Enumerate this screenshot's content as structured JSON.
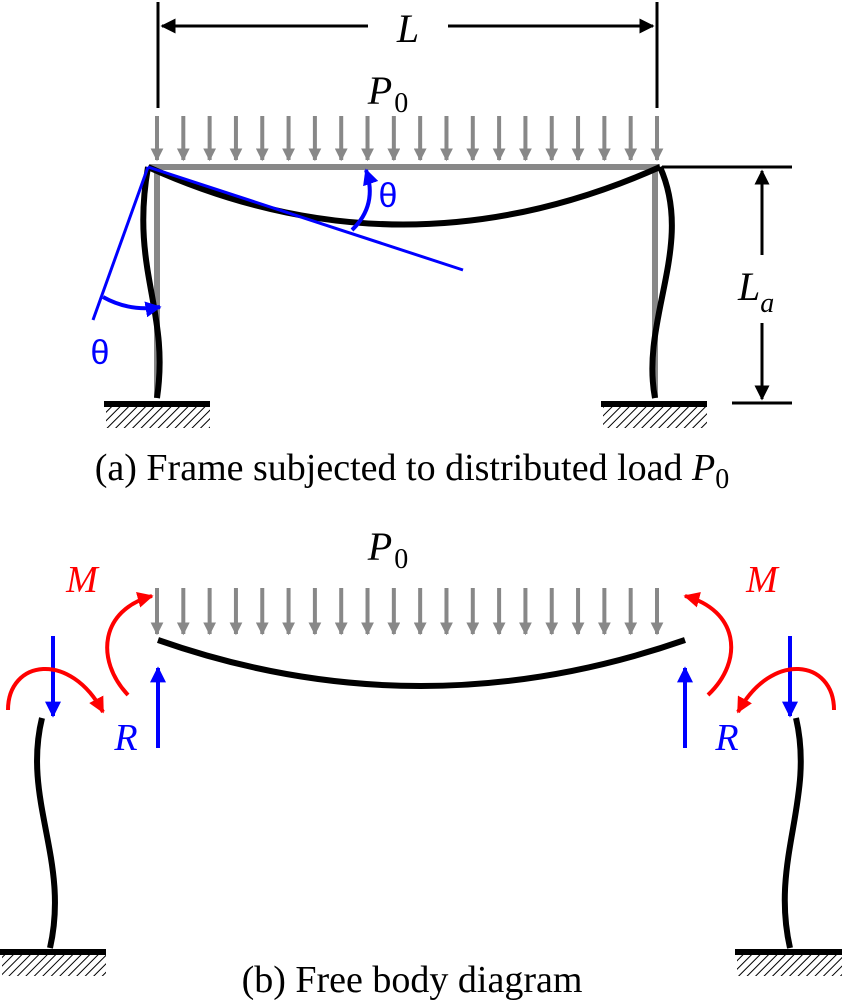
{
  "panel_a": {
    "span_label": "L",
    "load_label": "P",
    "load_subscript": "0",
    "height_label": "L",
    "height_subscript": "a",
    "beam_angle": "θ",
    "column_angle": "θ",
    "caption": "(a) Frame subjected to distributed load ",
    "caption_symbol": "P",
    "caption_subscript": "0"
  },
  "panel_b": {
    "load_label": "P",
    "load_subscript": "0",
    "moment_left": "M",
    "moment_right": "M",
    "reaction_left": "R",
    "reaction_right": "R",
    "caption": "(b) Free body diagram"
  },
  "colors": {
    "member": "#000000",
    "load": "#888888",
    "tangent": "#0000ff",
    "moment": "#ff0000",
    "reaction": "#0000ff"
  }
}
